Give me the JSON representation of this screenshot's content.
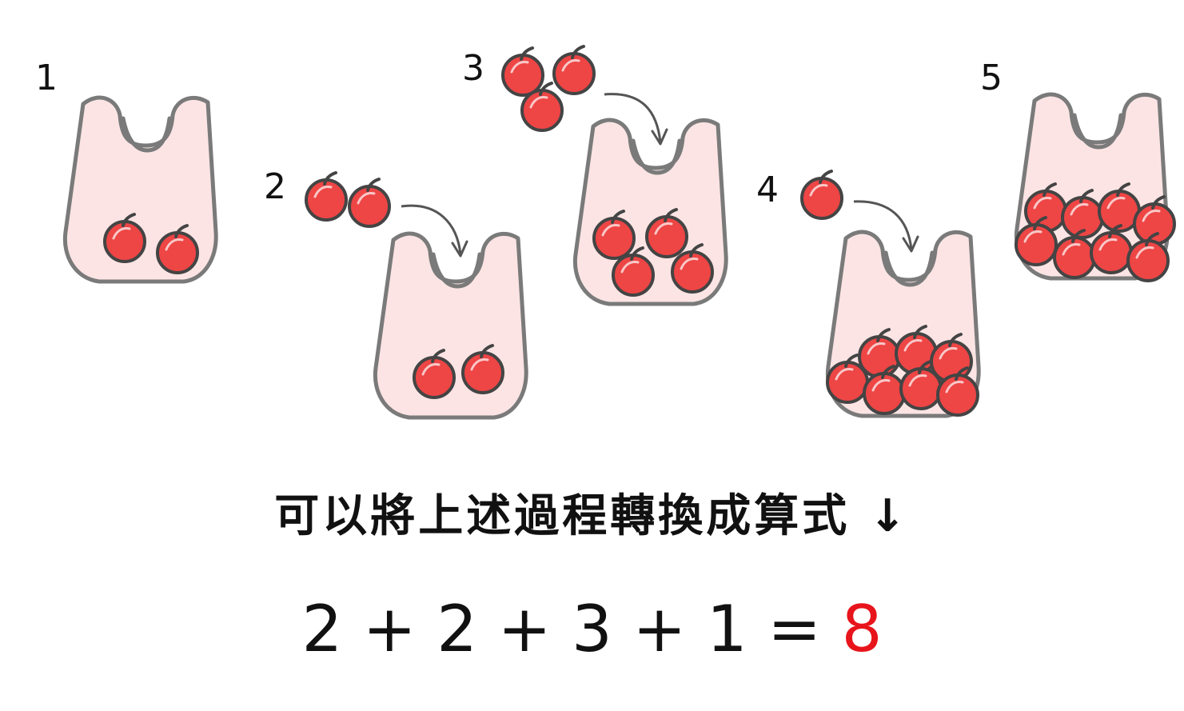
{
  "steps": [
    {
      "label": "1",
      "apples_added": 0,
      "apples_in_bag": 2
    },
    {
      "label": "2",
      "apples_added": 2,
      "apples_in_bag": 2
    },
    {
      "label": "3",
      "apples_added": 3,
      "apples_in_bag": 4
    },
    {
      "label": "4",
      "apples_added": 1,
      "apples_in_bag": 7
    },
    {
      "label": "5",
      "apples_added": 0,
      "apples_in_bag": 8
    }
  ],
  "caption": "可以將上述過程轉換成算式 ↓",
  "equation": {
    "expression": "2 + 2 + 3 + 1 = ",
    "result": "8"
  },
  "colors": {
    "bag_fill": "#fce4e4",
    "bag_outline": "#7a7a7a",
    "apple": "#ee4545",
    "result": "#e8141b"
  }
}
